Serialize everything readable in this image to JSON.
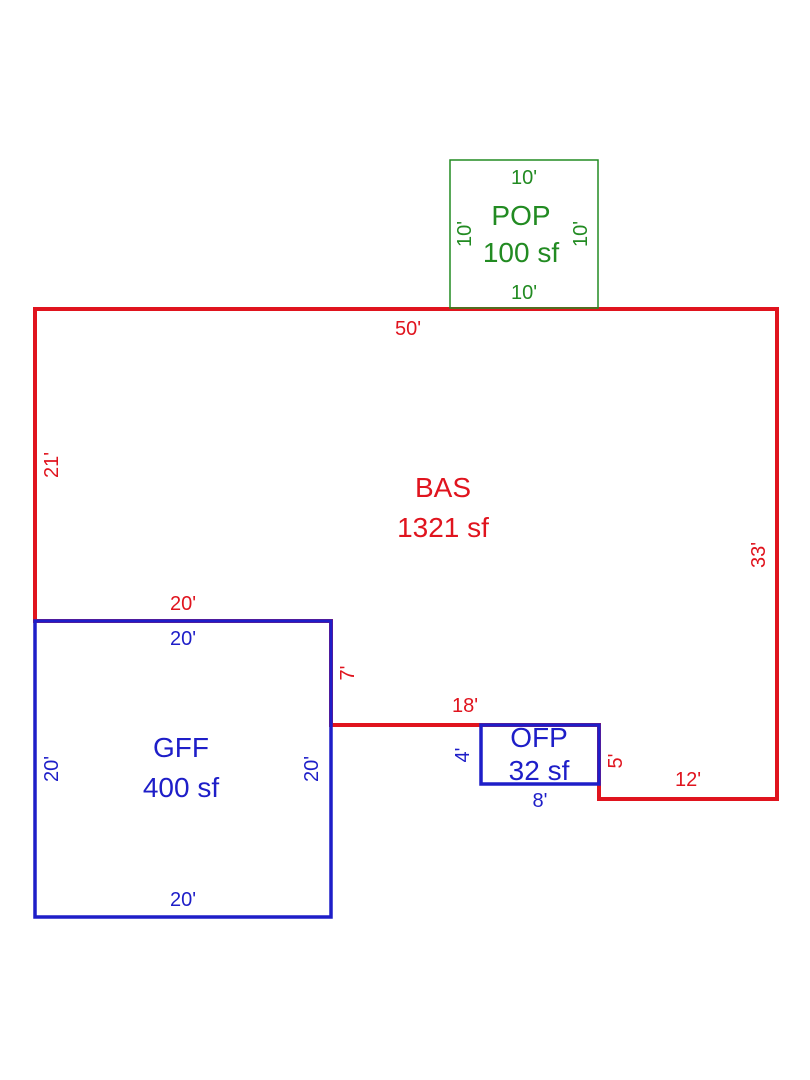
{
  "colors": {
    "bas": "#e0141e",
    "gff": "#1e1ec8",
    "ofp": "#1e1ec8",
    "pop": "#228b22",
    "background": "#ffffff"
  },
  "areas": {
    "bas": {
      "code": "BAS",
      "area": "1321 sf"
    },
    "gff": {
      "code": "GFF",
      "area": "400 sf"
    },
    "ofp": {
      "code": "OFP",
      "area": "32 sf"
    },
    "pop": {
      "code": "POP",
      "area": "100 sf"
    }
  },
  "dimensions": {
    "bas": {
      "top": "50'",
      "left": "21'",
      "right": "33'",
      "bottom_left": "20'",
      "step_vertical": "7'",
      "middle": "18'",
      "ofp_side": "5'",
      "bottom_right": "12'"
    },
    "gff": {
      "top": "20'",
      "left": "20'",
      "right": "20'",
      "bottom": "20'"
    },
    "ofp": {
      "left": "4'",
      "bottom": "8'"
    },
    "pop": {
      "top": "10'",
      "left": "10'",
      "right": "10'",
      "bottom": "10'"
    }
  }
}
